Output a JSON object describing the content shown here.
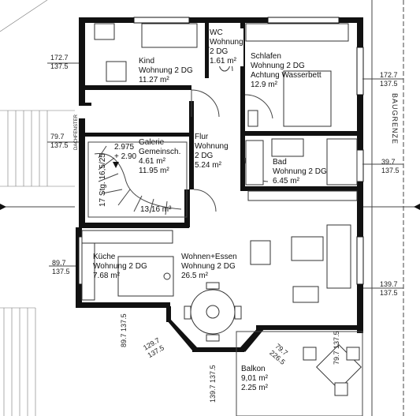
{
  "rooms": {
    "kind": {
      "name": "Kind",
      "unit": "Wohnung 2 DG",
      "area": "11.27 m²"
    },
    "wc": {
      "name": "WC",
      "unit": "Wohnung",
      "level": "2 DG",
      "area": "1.61 m²"
    },
    "schlafen": {
      "name": "Schlafen",
      "unit": "Wohnung 2 DG",
      "note": "Achtung Wasserbett",
      "area": "12.9 m²"
    },
    "galerie": {
      "name": "Galerie",
      "unit": "Gemeinsch.",
      "area": "4.61 m²",
      "extra": "11.95 m²"
    },
    "flur": {
      "name": "Flur",
      "unit": "Wohnung",
      "level": "2 DG",
      "area": "5.24 m²"
    },
    "bad": {
      "name": "Bad",
      "unit": "Wohnung 2 DG",
      "area": "6.45 m²"
    },
    "stairs": {
      "steps": "17 Stg.",
      "ratio": "16,5/25",
      "area": "13.16 m²"
    },
    "kueche": {
      "name": "Küche",
      "unit": "Wohnung 2 DG",
      "area": "7.68 m²"
    },
    "wohnen": {
      "name": "Wohnen+Essen",
      "unit": "Wohnung 2 DG",
      "area": "26.5 m²"
    },
    "balkon": {
      "name": "Balkon",
      "area1": "9,01 m²",
      "area2": "2.25 m²"
    }
  },
  "labels": {
    "baugrenze": "BAUGRENZE",
    "dachfenster": "DACHFENSTER",
    "level1": "2.975",
    "level2": "+ 2.90"
  },
  "dimensions": {
    "d1a": "172.7",
    "d1b": "137.5",
    "d2a": "79.7",
    "d2b": "137.5",
    "d3a": "172.7",
    "d3b": "137.5",
    "d4a": "39.7",
    "d4b": "137.5",
    "d5a": "89.7",
    "d5b": "137.5",
    "d6a": "139.7",
    "d6b": "137.5",
    "d7a": "89.7",
    "d7b": "137.5",
    "d8a": "129.7",
    "d8b": "137.5",
    "d9a": "79.7",
    "d9b": "226.5",
    "d10a": "139.7",
    "d10b": "137.5",
    "d11a": "79.7",
    "d11b": "137.5"
  }
}
